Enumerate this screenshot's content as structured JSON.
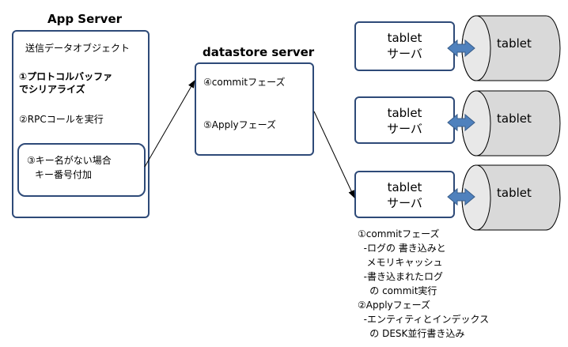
{
  "app_server": {
    "title": "App Server",
    "step_object": "送信データオブジェクト",
    "step1_line1": "①プロトコルバッファ",
    "step1_line2": "でシリアライズ",
    "step2": "②RPCコールを実行",
    "step3_line1": "③キー名がない場合",
    "step3_line2": "キー番号付加"
  },
  "datastore_server": {
    "title": "datastore server",
    "phase1": "④commitフェーズ",
    "phase2": "⑤Applyフェーズ"
  },
  "tablets": [
    {
      "box_line1": "tablet",
      "box_line2": "サーバ",
      "storage_label": "tablet"
    },
    {
      "box_line1": "tablet",
      "box_line2": "サーバ",
      "storage_label": "tablet"
    },
    {
      "box_line1": "tablet",
      "box_line2": "サーバ",
      "storage_label": "tablet"
    }
  ],
  "notes": {
    "line1": "①commitフェーズ",
    "line2": "  -ログの 書き込みと",
    "line3": "   メモリキャッシュ",
    "line4": "  -書き込まれたログ",
    "line5": "    の commit実行",
    "line6": "②Applyフェーズ",
    "line7": "  -エンティティとインデックス",
    "line8": "    の DESK並行書き込み"
  },
  "colors": {
    "box_border": "#2e4a78",
    "arrow_fill": "#4f81bd",
    "arrow_stroke": "#385d8a",
    "cylinder_fill": "#d9d9d9"
  }
}
